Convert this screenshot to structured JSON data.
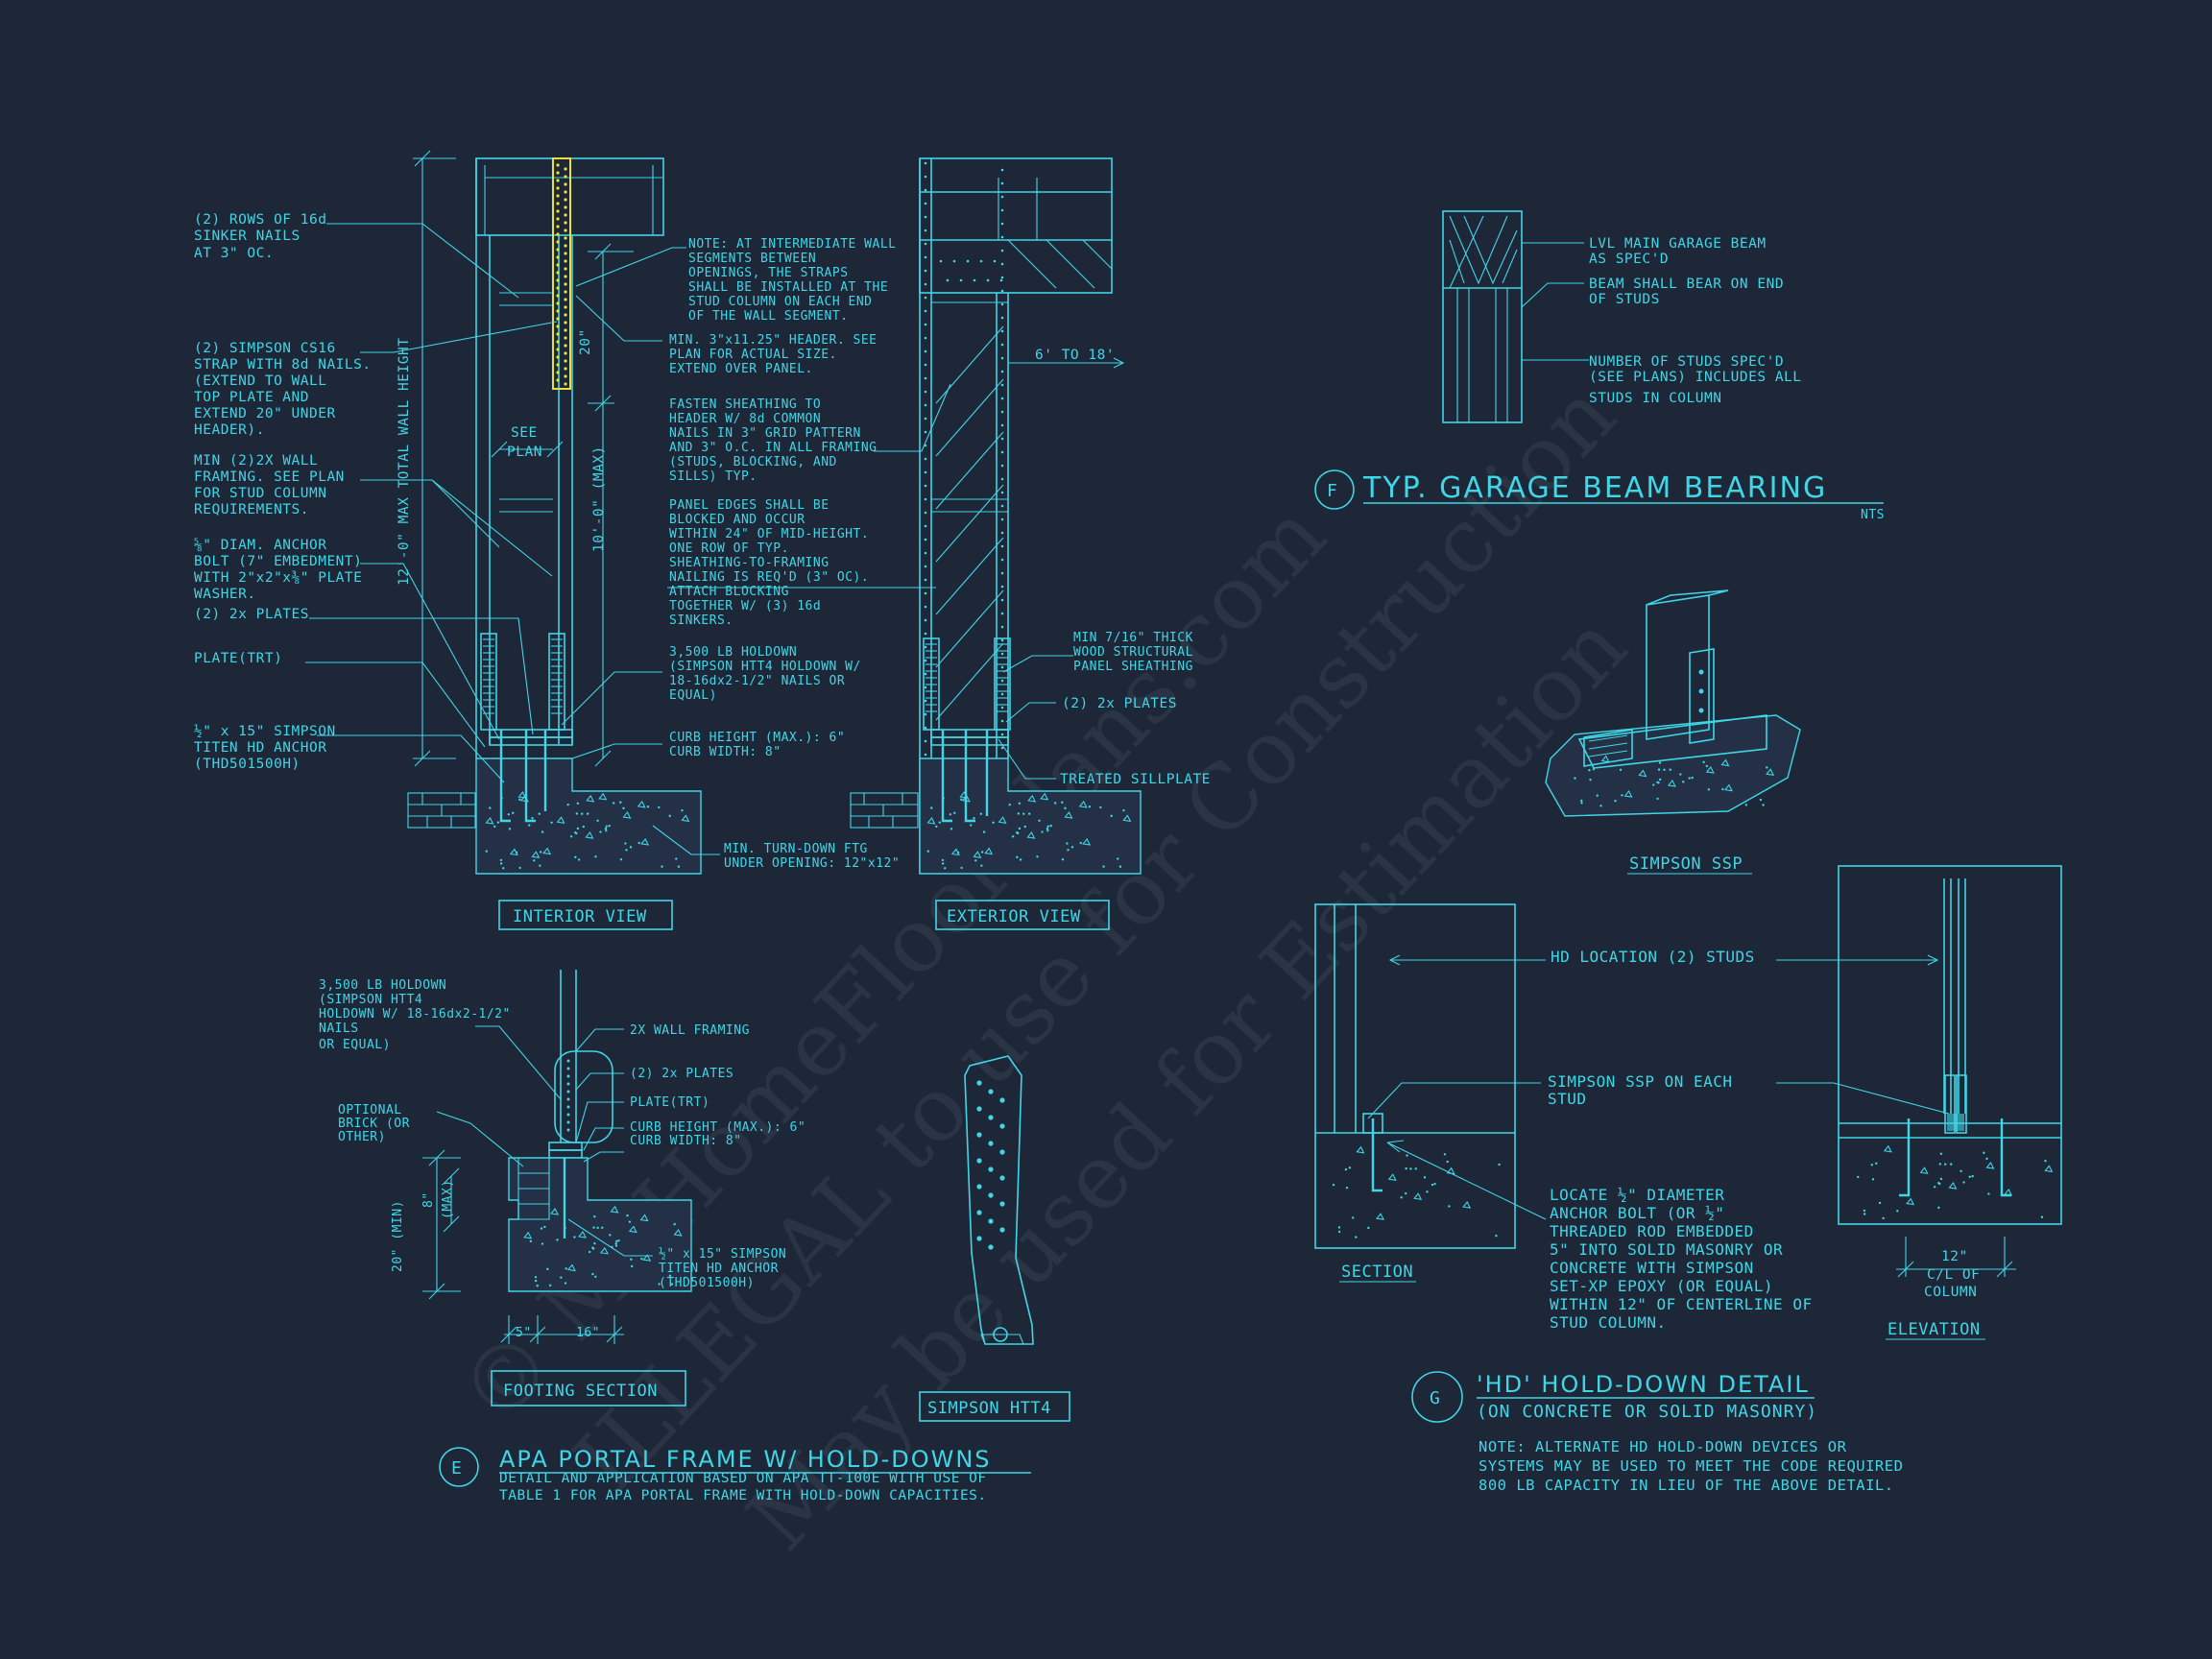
{
  "watermark": {
    "line1": "© MyHomeFloorPlans.com",
    "line2": "ILLEGAL to use for Construction",
    "line3": "May be used for Estimation"
  },
  "colors": {
    "background": "#1e2738",
    "line": "#3fd6e6",
    "strap": "#e8e23a"
  },
  "detail_e": {
    "marker": "E",
    "title": "APA PORTAL FRAME W/ HOLD-DOWNS",
    "desc1": "DETAIL AND APPLICATION BASED ON APA TT-100E WITH USE OF",
    "desc2": "TABLE 1 FOR APA PORTAL FRAME WITH HOLD-DOWN CAPACITIES.",
    "interior_view": "INTERIOR VIEW",
    "exterior_view": "EXTERIOR VIEW",
    "footing_section": "FOOTING SECTION",
    "simpson_htt4": "SIMPSON HTT4",
    "notes_left": [
      "(2) ROWS OF 16d",
      "SINKER NAILS",
      "AT 3\" OC.",
      "(2) SIMPSON CS16",
      "STRAP WITH 8d NAILS.",
      "(EXTEND TO WALL",
      "TOP PLATE AND",
      "EXTEND 20\" UNDER",
      "HEADER).",
      "MIN (2)2X WALL",
      "FRAMING.  SEE PLAN",
      "FOR STUD COLUMN",
      "REQUIREMENTS.",
      "⅝\" DIAM. ANCHOR",
      "BOLT (7\" EMBEDMENT)",
      "WITH 2\"x2\"x⅜\" PLATE",
      "WASHER.",
      "(2) 2x PLATES",
      "PLATE(TRT)",
      "½\" x 15\" SIMPSON",
      "TITEN HD ANCHOR",
      "(THD501500H)"
    ],
    "notes_mid": [
      "NOTE: AT INTERMEDIATE WALL",
      "SEGMENTS BETWEEN",
      "OPENINGS, THE STRAPS",
      "SHALL BE INSTALLED AT THE",
      "STUD COLUMN ON EACH END",
      "OF THE WALL SEGMENT.",
      "MIN. 3\"x11.25\" HEADER. SEE",
      "PLAN FOR ACTUAL SIZE.",
      "EXTEND OVER PANEL.",
      "FASTEN SHEATHING TO",
      "HEADER W/ 8d COMMON",
      "NAILS IN 3\" GRID PATTERN",
      "AND 3\" O.C. IN ALL FRAMING",
      "(STUDS, BLOCKING, AND",
      "SILLS) TYP.",
      "PANEL EDGES SHALL BE",
      "BLOCKED AND OCCUR",
      "WITHIN 24\" OF MID-HEIGHT.",
      "ONE ROW OF TYP.",
      "SHEATHING-TO-FRAMING",
      "NAILING IS REQ'D (3\" OC).",
      "ATTACH BLOCKING",
      "TOGETHER W/ (3) 16d",
      "SINKERS.",
      "3,500 LB HOLDOWN",
      "(SIMPSON HTT4 HOLDOWN W/",
      "18-16dx2-1/2\" NAILS OR",
      "EQUAL)",
      "CURB HEIGHT (MAX.): 6\"",
      "CURB WIDTH: 8\"",
      "MIN. TURN-DOWN FTG",
      "UNDER OPENING: 12\"x12\""
    ],
    "notes_ext": [
      "6' TO 18'",
      "MIN 7/16\" THICK",
      "WOOD STRUCTURAL",
      "PANEL SHEATHING",
      "(2) 2x PLATES",
      "TREATED SILLPLATE"
    ],
    "dims": {
      "total_height": "12'-0\" MAX TOTAL WALL HEIGHT",
      "ten_max": "10'-0\" (MAX)",
      "twenty": "20\"",
      "see": "SEE",
      "plan": "PLAN"
    },
    "notes_footing": [
      "3,500 LB HOLDOWN",
      "(SIMPSON HTT4",
      "HOLDOWN W/ 18-16dx2-1/2\"",
      "NAILS",
      "OR EQUAL)",
      "2X WALL FRAMING",
      "(2) 2x PLATES",
      "PLATE(TRT)",
      "CURB HEIGHT (MAX.): 6\"",
      "CURB WIDTH: 8\"",
      "OPTIONAL",
      "BRICK (OR",
      "OTHER)",
      "½\" x 15\" SIMPSON",
      "TITEN HD ANCHOR",
      "(THD501500H)",
      "8\"",
      "(MAX)",
      "20\" (MIN)",
      "5\"",
      "16\""
    ]
  },
  "detail_f": {
    "marker": "F",
    "title": "TYP. GARAGE BEAM BEARING",
    "nts": "NTS",
    "notes": [
      "LVL MAIN GARAGE BEAM",
      "AS SPEC'D",
      "BEAM SHALL BEAR ON END",
      "OF STUDS",
      "NUMBER OF STUDS SPEC'D",
      "(SEE PLANS) INCLUDES ALL",
      "STUDS IN COLUMN"
    ],
    "simpson_ssp": "SIMPSON SSP"
  },
  "detail_g": {
    "marker": "G",
    "title": "'HD' HOLD-DOWN DETAIL",
    "subtitle": "(ON CONCRETE OR SOLID MASONRY)",
    "hd_location": "HD LOCATION (2) STUDS",
    "ssp": [
      "SIMPSON SSP ON EACH",
      "STUD"
    ],
    "locate": [
      "LOCATE ½\" DIAMETER",
      "ANCHOR BOLT (OR ½\"",
      "THREADED ROD EMBEDDED",
      "5\" INTO SOLID MASONRY OR",
      "CONCRETE WITH SIMPSON",
      "SET-XP EPOXY (OR EQUAL)",
      "WITHIN 12\" OF CENTERLINE OF",
      "STUD COLUMN."
    ],
    "section": "SECTION",
    "elevation": "ELEVATION",
    "twelve": "12\"",
    "cl_col": [
      "C/L OF",
      "COLUMN"
    ],
    "note": [
      "NOTE: ALTERNATE HD HOLD-DOWN DEVICES OR",
      "SYSTEMS MAY BE USED TO MEET THE CODE REQUIRED",
      "800 LB CAPACITY IN LIEU OF THE ABOVE DETAIL."
    ]
  }
}
